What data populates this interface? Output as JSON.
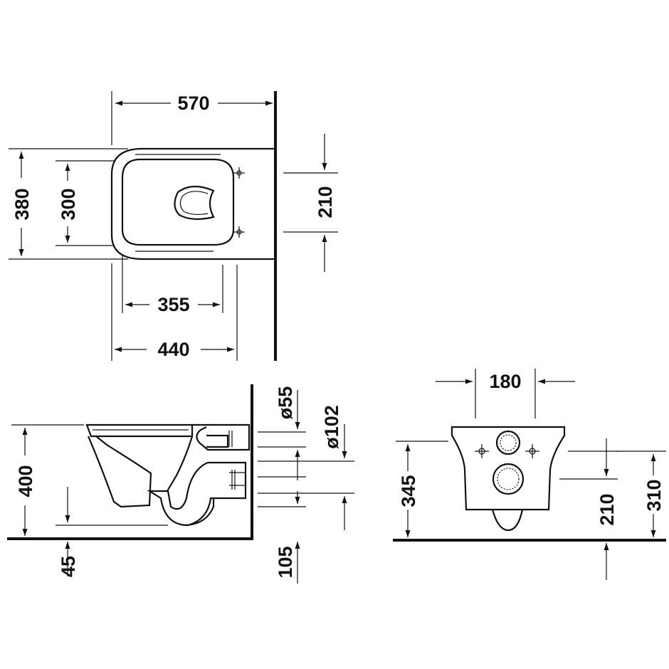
{
  "colors": {
    "ink": "#111111",
    "paper": "#ffffff"
  },
  "top_view": {
    "total_length": "570",
    "outer_width": "380",
    "inner_width": "300",
    "fixing_spacing": "210",
    "inner_length": "355",
    "base_length": "440"
  },
  "side_view": {
    "height": "400",
    "bottom_offset": "45",
    "inlet_diameter": "ø55",
    "outlet_diameter": "ø102",
    "outlet_height": "105"
  },
  "rear_view": {
    "inlet_spacing": "180",
    "fixing_height": "345",
    "outlet_height": "210",
    "inlet_height": "310"
  }
}
